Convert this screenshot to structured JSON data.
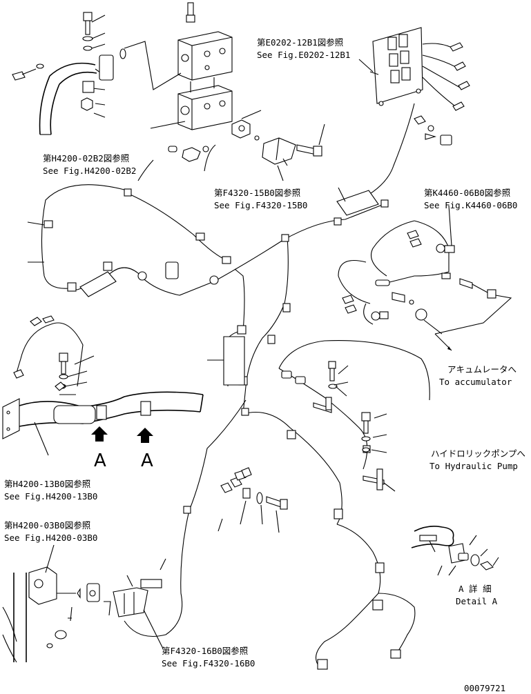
{
  "references": {
    "e0202_jp": "第E0202-12B1図参照",
    "e0202_en": "See Fig.E0202-12B1",
    "h4200_02_jp": "第H4200-02B2図参照",
    "h4200_02_en": "See Fig.H4200-02B2",
    "f4320_15_jp": "第F4320-15B0図参照",
    "f4320_15_en": "See Fig.F4320-15B0",
    "k4460_jp": "第K4460-06B0図参照",
    "k4460_en": "See Fig.K4460-06B0",
    "h4200_13_jp": "第H4200-13B0図参照",
    "h4200_13_en": "See Fig.H4200-13B0",
    "h4200_03_jp": "第H4200-03B0図参照",
    "h4200_03_en": "See Fig.H4200-03B0",
    "f4320_16_jp": "第F4320-16B0図参照",
    "f4320_16_en": "See Fig.F4320-16B0"
  },
  "destinations": {
    "accumulator_jp": "アキュムレータへ",
    "accumulator_en": "To accumulator",
    "pump_jp": "ハイドロリックポンプへ",
    "pump_en": "To Hydraulic Pump"
  },
  "detail": {
    "label_a1": "A",
    "label_a2": "A",
    "detail_jp": "A 詳 細",
    "detail_en": "Detail A"
  },
  "drawing_number": "00079721"
}
